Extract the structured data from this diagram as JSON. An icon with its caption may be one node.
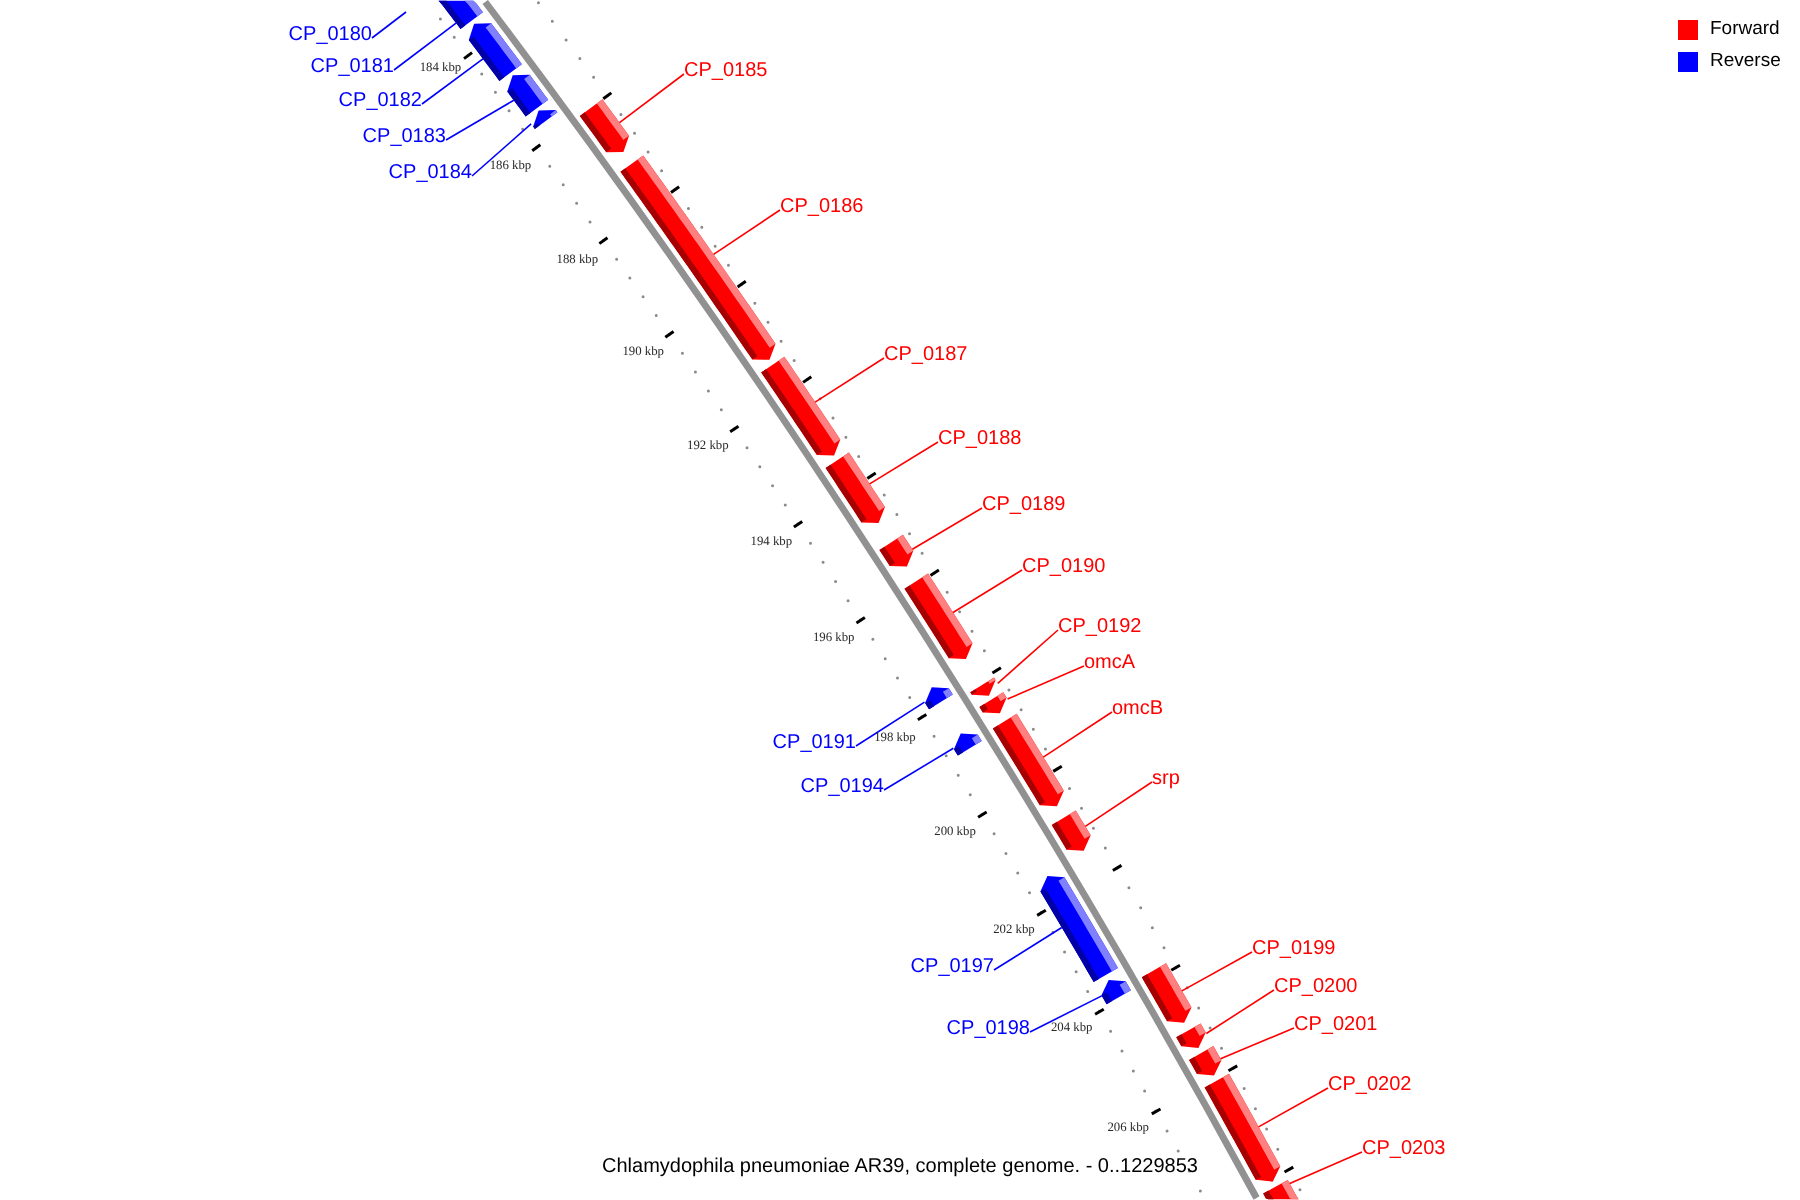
{
  "diagram": {
    "caption": "Chlamydophila pneumoniae AR39, complete genome. - 0..1229853",
    "nodes": [
      {
        "text": [
          "CP_0180"
        ]
      },
      {
        "text": [
          "CP_0181"
        ]
      },
      {
        "text": [],
        "shape": "bar"
      },
      {
        "text": [
          "CP_0182"
        ]
      },
      {
        "text": [],
        "shape": "bar"
      },
      {
        "text": [
          "CP_0183"
        ]
      },
      {
        "text": [],
        "shape": "bar"
      },
      {
        "text": [
          "CP_0184"
        ]
      },
      {
        "text": [],
        "shape": "bar"
      },
      {
        "text": [
          "CP_0185"
        ]
      },
      {
        "text": [],
        "shape": "bar"
      },
      {
        "text": [
          "CP_0186"
        ]
      },
      {
        "text": [],
        "shape": "bar"
      },
      {
        "text": [
          "CP_0187"
        ]
      },
      {
        "text": [],
        "shape": "bar"
      },
      {
        "text": [
          "CP_0188"
        ]
      },
      {
        "text": [],
        "shape": "bar"
      },
      {
        "text": [
          "CP_0189"
        ]
      },
      {
        "text": [],
        "shape": "bar"
      },
      {
        "text": [
          "CP_0190"
        ]
      },
      {
        "text": [],
        "shape": "bar"
      },
      {
        "text": [
          "CP_0191"
        ]
      },
      {
        "text": [],
        "shape": "bar"
      },
      {
        "text": [
          "CP_0192"
        ]
      },
      {
        "text": [],
        "shape": "bar"
      },
      {
        "text": [
          "omcA"
        ]
      },
      {
        "text": [],
        "shape": "bar"
      },
      {
        "text": [
          "CP_0194"
        ]
      },
      {
        "text": [],
        "shape": "bar"
      },
      {
        "text": [
          "omcB"
        ]
      },
      {
        "text": [],
        "shape": "bar"
      },
      {
        "text": [
          "srp"
        ]
      },
      {
        "text": [],
        "shape": "bar"
      },
      {
        "text": [
          "CP_0197"
        ]
      },
      {
        "text": [],
        "shape": "bar"
      },
      {
        "text": [
          "CP_0198"
        ]
      },
      {
        "text": [],
        "shape": "bar"
      },
      {
        "text": [
          "CP_0199"
        ]
      },
      {
        "text": [],
        "shape": "bar"
      },
      {
        "text": [
          "CP_0200"
        ]
      },
      {
        "text": [],
        "shape": "bar"
      },
      {
        "text": [
          "CP_0201"
        ]
      },
      {
        "text": [],
        "shape": "bar"
      },
      {
        "text": [
          "CP_0202"
        ]
      },
      {
        "text": [],
        "shape": "bar"
      },
      {
        "text": [
          "CP_0203"
        ]
      },
      {
        "text": [],
        "shape": "bar"
      }
    ],
    "edges": [
      {
        "from": 0,
        "to": null,
        "arrow": "none",
        "color": "#0000ff"
      },
      {
        "from": 1,
        "to": 2,
        "arrow": "none",
        "color": "#0000ff"
      },
      {
        "from": 3,
        "to": 4,
        "arrow": "none",
        "color": "#0000ff"
      },
      {
        "from": 5,
        "to": 6,
        "arrow": "none",
        "color": "#0000ff"
      },
      {
        "from": 7,
        "to": 8,
        "arrow": "none",
        "color": "#0000ff"
      },
      {
        "from": 9,
        "to": 10,
        "arrow": "none"
      },
      {
        "from": 11,
        "to": 12,
        "arrow": "none"
      },
      {
        "from": 13,
        "to": 14,
        "arrow": "none"
      },
      {
        "from": 15,
        "to": 16,
        "arrow": "none"
      },
      {
        "from": 17,
        "to": 18,
        "arrow": "none"
      },
      {
        "from": 19,
        "to": 20,
        "arrow": "none"
      },
      {
        "from": 21,
        "to": 22,
        "arrow": "none",
        "color": "#0000ff"
      },
      {
        "from": 23,
        "to": 24,
        "arrow": "none"
      },
      {
        "from": 25,
        "to": 26,
        "arrow": "none"
      },
      {
        "from": 27,
        "to": 28,
        "arrow": "none",
        "color": "#0000ff"
      },
      {
        "from": 29,
        "to": 30,
        "arrow": "none"
      },
      {
        "from": 31,
        "to": 32,
        "arrow": "none"
      },
      {
        "from": 33,
        "to": 34,
        "arrow": "none",
        "color": "#0000ff"
      },
      {
        "from": 35,
        "to": 36,
        "arrow": "none",
        "color": "#0000ff"
      },
      {
        "from": 37,
        "to": 38,
        "arrow": "none"
      },
      {
        "from": 39,
        "to": 40,
        "arrow": "none"
      },
      {
        "from": 41,
        "to": 42,
        "arrow": "none"
      },
      {
        "from": 43,
        "to": 44,
        "arrow": "none"
      },
      {
        "from": 45,
        "to": 46,
        "arrow": "none"
      }
    ],
    "labels": [
      "184 kbp",
      "186 kbp",
      "188 kbp",
      "190 kbp",
      "192 kbp",
      "194 kbp",
      "196 kbp",
      "198 kbp",
      "200 kbp",
      "202 kbp",
      "204 kbp",
      "206 kbp"
    ],
    "legend": [
      {
        "text": "Forward",
        "color": "#ff0000"
      },
      {
        "text": "Reverse",
        "color": "#0000ff"
      }
    ]
  }
}
